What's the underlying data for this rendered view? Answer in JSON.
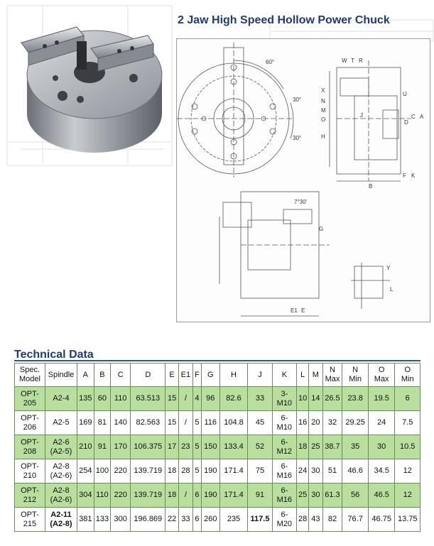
{
  "page": {
    "title": "2 Jaw High Speed Hollow Power Chuck",
    "section_title": "Technical Data"
  },
  "drawing": {
    "labels": [
      "60°",
      "30°",
      "30°",
      "W",
      "T",
      "R",
      "X",
      "N",
      "M",
      "O",
      "U",
      "H",
      "D",
      "J",
      "B",
      "C",
      "A",
      "F",
      "K",
      "E1",
      "E",
      "G",
      "Y",
      "L",
      "7°30'"
    ]
  },
  "table": {
    "headers": [
      "Spec.\nModel",
      "Spindle",
      "A",
      "B",
      "C",
      "D",
      "E",
      "E1",
      "F",
      "G",
      "H",
      "J",
      "K",
      "L",
      "M",
      "N\nMax",
      "N\nMin",
      "O\nMax",
      "O\nMin"
    ],
    "rows": [
      [
        "OPT-\n205",
        "A2-4",
        "135",
        "60",
        "110",
        "63.513",
        "15",
        "/",
        "4",
        "96",
        "82.6",
        "33",
        "3-\nM10",
        "10",
        "14",
        "26.5",
        "23.8",
        "19.5",
        "6"
      ],
      [
        "OPT-\n206",
        "A2-5",
        "169",
        "81",
        "140",
        "82.563",
        "15",
        "/",
        "5",
        "116",
        "104.8",
        "45",
        "6-\nM10",
        "16",
        "20",
        "32",
        "29.25",
        "24",
        "7.5"
      ],
      [
        "OPT-\n208",
        "A2-6\n(A2-5)",
        "210",
        "91",
        "170",
        "106.375",
        "17",
        "23",
        "5",
        "150",
        "133.4",
        "52",
        "6-\nM12",
        "18",
        "25",
        "38.7",
        "35",
        "30",
        "10.5"
      ],
      [
        "OPT-\n210",
        "A2-8\n(A2-6)",
        "254",
        "100",
        "220",
        "139.719",
        "18",
        "28",
        "5",
        "190",
        "171.4",
        "75",
        "6-\nM16",
        "24",
        "30",
        "51",
        "46.6",
        "34.5",
        "12"
      ],
      [
        "OPT-\n212",
        "A2-8\n(A2-6)",
        "304",
        "110",
        "220",
        "139.719",
        "18",
        "/",
        "6",
        "190",
        "171.4",
        "91",
        "6-\nM16",
        "25",
        "30",
        "61.3",
        "56",
        "46.5",
        "12"
      ],
      [
        "OPT-\n215",
        "A2-11\n(A2-8)",
        "381",
        "133",
        "300",
        "196.869",
        "22",
        "33",
        "6",
        "260",
        "235",
        "117.5",
        "6-\nM20",
        "28",
        "43",
        "82",
        "76.7",
        "46.75",
        "13.75"
      ]
    ]
  }
}
